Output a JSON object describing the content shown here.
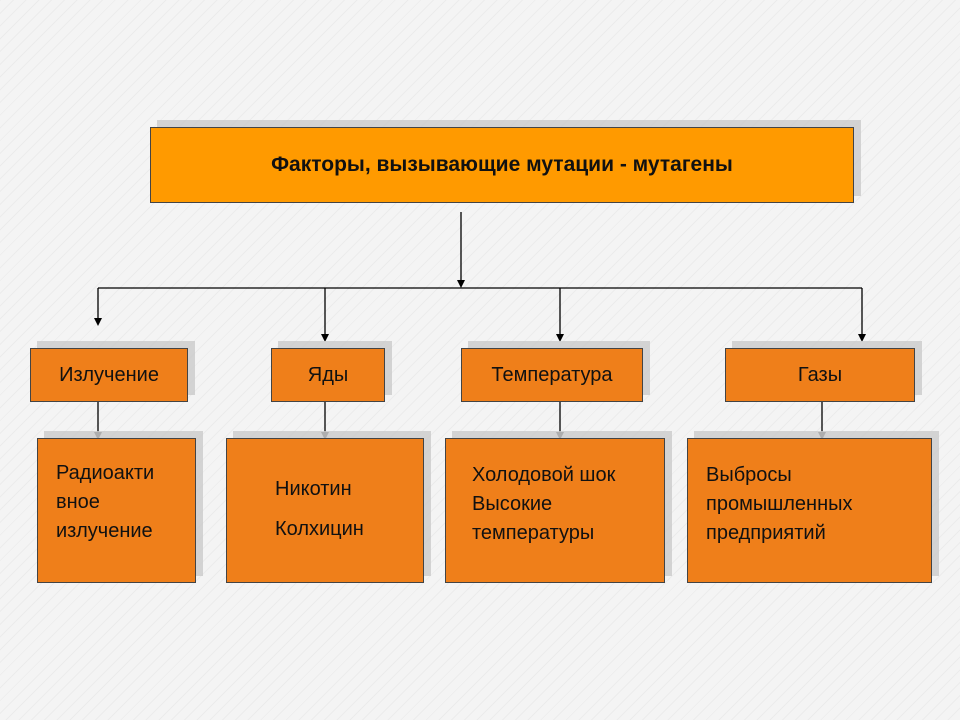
{
  "diagram": {
    "title": "Факторы, вызывающие мутации - мутагены",
    "colors": {
      "title_fill": "#ff9a00",
      "box_fill": "#ef7f1a",
      "border": "#444444",
      "connector": "#000000"
    },
    "categories": [
      {
        "label": "Излучение",
        "details": [
          "Радиоакти",
          "вное",
          "излучение"
        ]
      },
      {
        "label": "Яды",
        "details": [
          "Никотин",
          "Колхицин"
        ]
      },
      {
        "label": "Температура",
        "details": [
          "Холодовой шок",
          "Высокие",
          "температуры"
        ]
      },
      {
        "label": "Газы",
        "details": [
          "Выбросы",
          "промышленных",
          "предприятий"
        ]
      }
    ]
  }
}
